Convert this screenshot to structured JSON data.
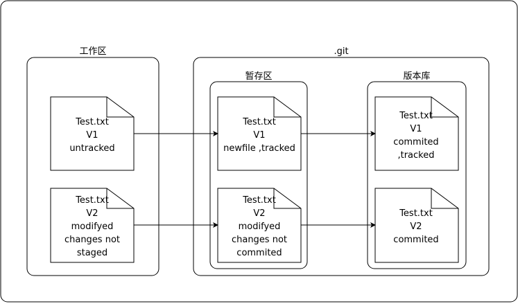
{
  "labels": {
    "working": "工作区",
    "git": ".git",
    "staging": "暂存区",
    "repo": "版本库"
  },
  "files": {
    "w1": [
      "Test.txt",
      "V1",
      "untracked"
    ],
    "w2": [
      "Test.txt",
      "V2",
      "modifyed",
      "changes not",
      "staged"
    ],
    "s1": [
      "Test.txt",
      "V1",
      "newfile ,tracked"
    ],
    "s2": [
      "Test.txt",
      "V2",
      "modifyed",
      "changes not",
      "commited"
    ],
    "r1": [
      "Test.txt",
      "V1",
      "commited",
      ",tracked"
    ],
    "r2": [
      "Test.txt",
      "V2",
      "commited"
    ]
  }
}
